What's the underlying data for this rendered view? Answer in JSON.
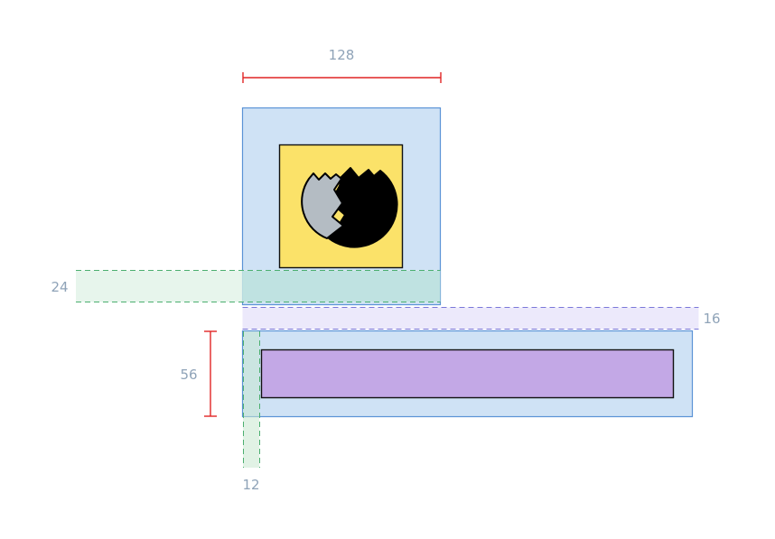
{
  "diagram": {
    "measurements": {
      "top_width": "128",
      "left_offset": "24",
      "right_gap": "16",
      "row_height": "56",
      "bottom_inset": "12"
    },
    "colors": {
      "container_fill": "#cfe2f5",
      "container_stroke": "#5b93d6",
      "icon_background": "#fbe269",
      "bar_fill": "#c3a8e6",
      "measure_line": "#e02424",
      "green_guide": "#4caf70",
      "green_fill": "#e6f5ea",
      "purple_guide": "#7b78d9",
      "purple_fill": "#ece9fb",
      "label_text": "#8fa3b8"
    },
    "icon": {
      "name": "cracked-egg-logo-icon"
    }
  }
}
